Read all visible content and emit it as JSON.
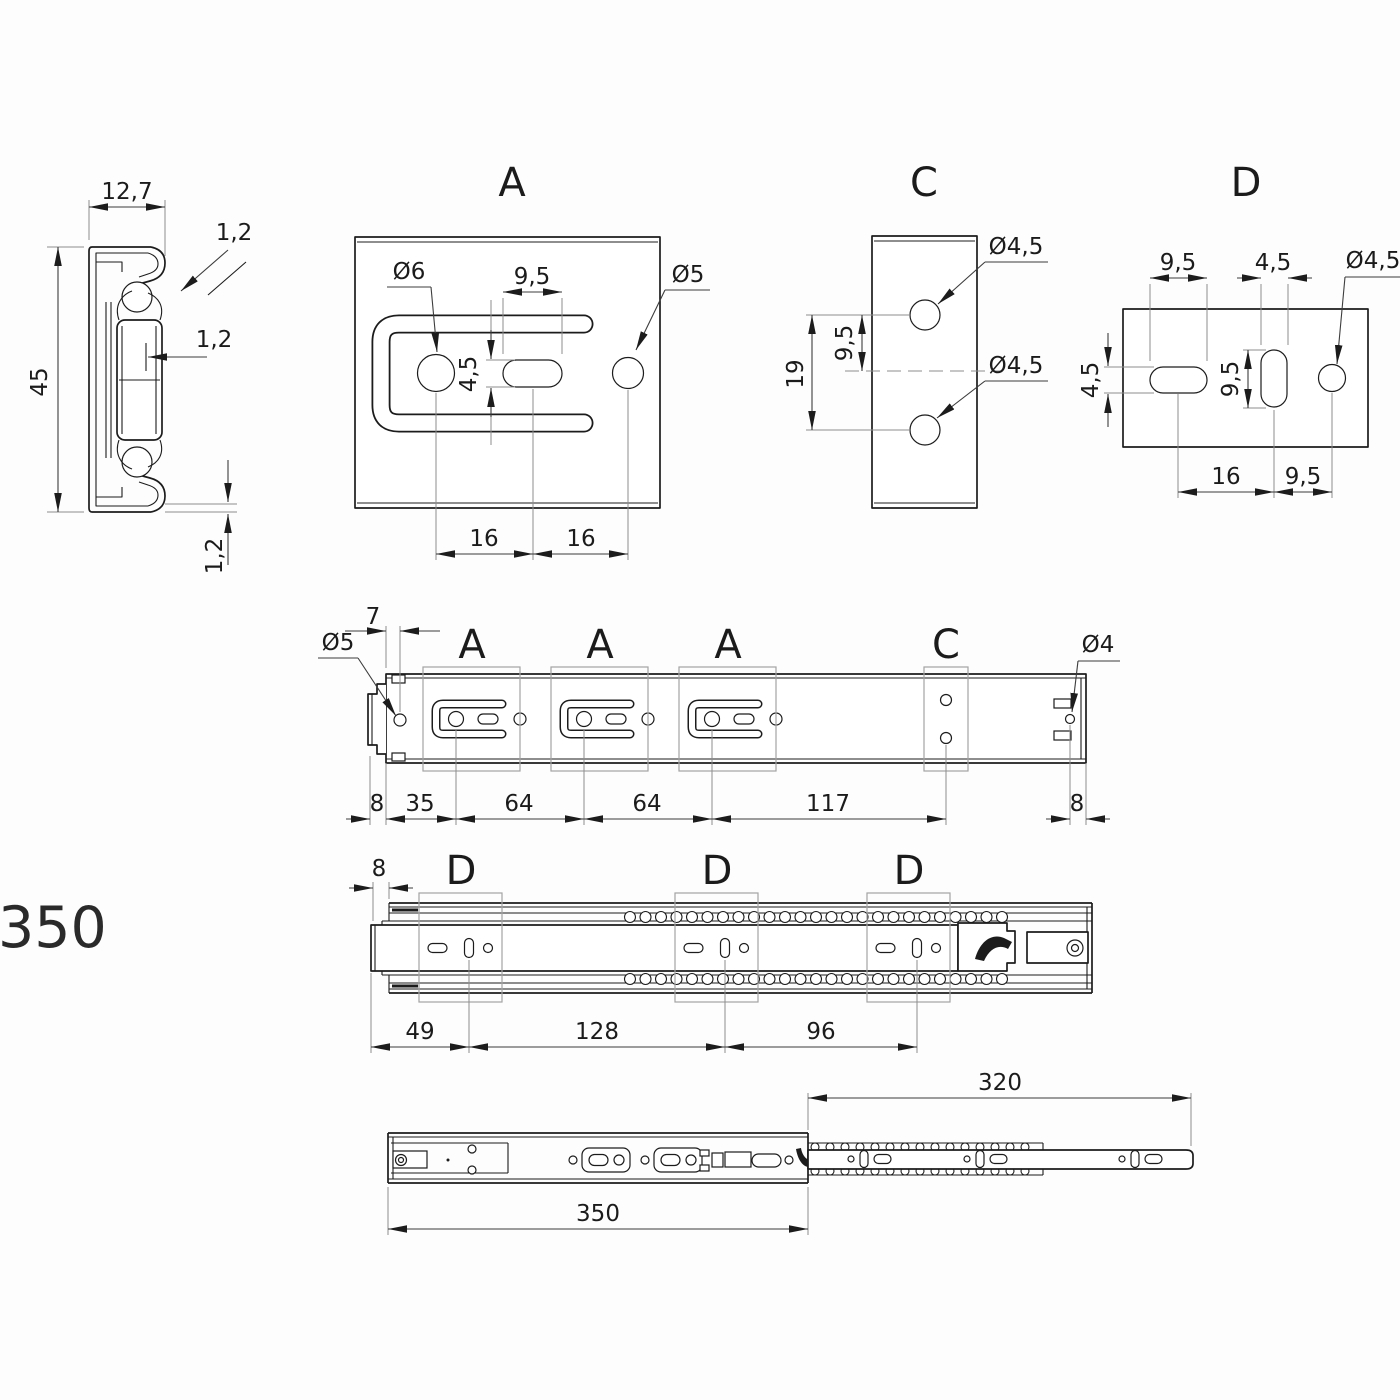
{
  "side": {
    "label": "350"
  },
  "cs": {
    "w": "12,7",
    "h": "45",
    "t1": "1,2",
    "t2": "1,2",
    "t3": "1,2"
  },
  "a": {
    "label": "A",
    "d6": "Ø6",
    "w": "9,5",
    "d5": "Ø5",
    "h": "4,5",
    "p1": "16",
    "p2": "16"
  },
  "c": {
    "label": "C",
    "d1": "Ø4,5",
    "d2": "Ø4,5",
    "off": "9,5",
    "pitch": "19"
  },
  "d": {
    "label": "D",
    "w1": "9,5",
    "w2": "4,5",
    "dia": "Ø4,5",
    "h1": "4,5",
    "h2": "9,5",
    "p1": "16",
    "p2": "9,5"
  },
  "rt": {
    "z1": "A",
    "z2": "A",
    "z3": "A",
    "z4": "C",
    "d5": "Ø5",
    "d4": "Ø4",
    "e": "7",
    "c1": "8",
    "c2": "35",
    "c3": "64",
    "c4": "64",
    "c5": "117",
    "c6": "8"
  },
  "rm": {
    "z1": "D",
    "z2": "D",
    "z3": "D",
    "e": "8",
    "c1": "49",
    "c2": "128",
    "c3": "96"
  },
  "re": {
    "ext": "320",
    "len": "350"
  }
}
